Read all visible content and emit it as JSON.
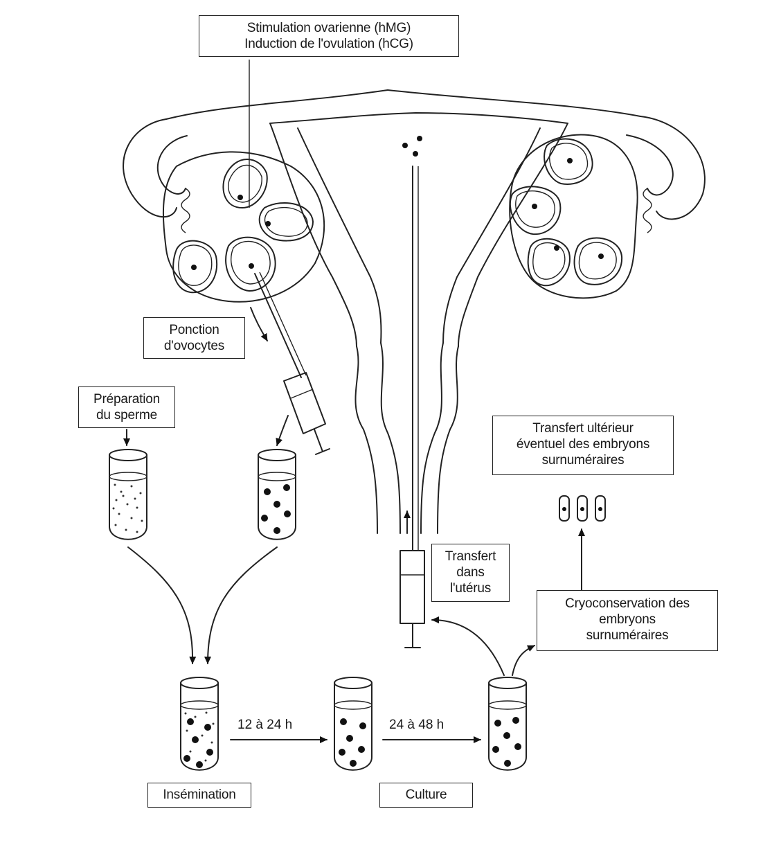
{
  "labels": {
    "stimulation_line1": "Stimulation ovarienne (hMG)",
    "stimulation_line2": "Induction de l'ovulation (hCG)",
    "ponction_line1": "Ponction",
    "ponction_line2": "d'ovocytes",
    "preparation_line1": "Préparation",
    "preparation_line2": "du sperme",
    "transfert_uterus_line1": "Transfert",
    "transfert_uterus_line2": "dans",
    "transfert_uterus_line3": "l'utérus",
    "transfert_ulterieur_line1": "Transfert ultérieur",
    "transfert_ulterieur_line2": "éventuel des embryons",
    "transfert_ulterieur_line3": "surnuméraires",
    "cryo_line1": "Cryoconservation des",
    "cryo_line2": "embryons",
    "cryo_line3": "surnuméraires",
    "insemination": "Insémination",
    "culture": "Culture",
    "time_12_24": "12 à 24 h",
    "time_24_48": "24 à 48 h"
  }
}
